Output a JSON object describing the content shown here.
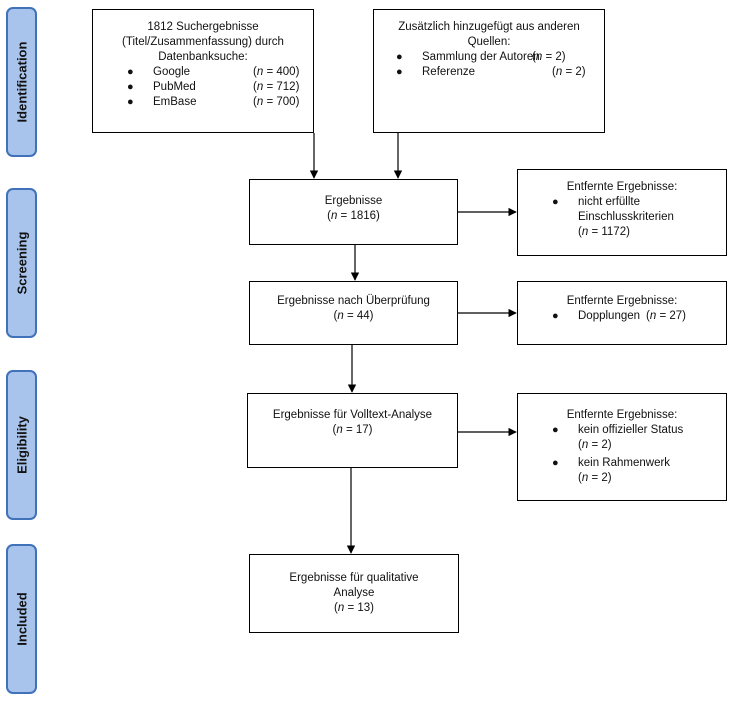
{
  "phases": [
    "Identification",
    "Screening",
    "Eligibility",
    "Included"
  ],
  "identification_db": {
    "lines": [
      "1812 Suchergebnisse",
      "(Titel/Zusammenfassung) durch",
      "Datenbanksuche:"
    ],
    "items": [
      {
        "label": "Google",
        "n": "= 400"
      },
      {
        "label": "PubMed",
        "n": "= 712"
      },
      {
        "label": "EmBase",
        "n": "= 700"
      }
    ]
  },
  "identification_other": {
    "lines": [
      "Zusätzlich hinzugefügt aus anderen",
      "Quellen:"
    ],
    "items": [
      {
        "label": "Sammlung der Autoren",
        "n": "= 2"
      },
      {
        "label": "Referenze",
        "n": "= 2"
      }
    ]
  },
  "screening": {
    "title": "Ergebnisse",
    "n": "= 1816"
  },
  "removed_1": {
    "title": "Entfernte Ergebnisse:",
    "item_lines": [
      "nicht erfüllte",
      "Einschlusskriterien"
    ],
    "n": "= 1172"
  },
  "checked": {
    "title": "Ergebnisse nach Überprüfung",
    "n": "= 44"
  },
  "removed_2": {
    "title": "Entfernte Ergebnisse:",
    "item": "Dopplungen",
    "n": "= 27"
  },
  "fulltext": {
    "title": "Ergebnisse für Volltext-Analyse",
    "n": "= 17"
  },
  "removed_3": {
    "title": "Entfernte Ergebnisse:",
    "items": [
      {
        "label": "kein offizieller Status",
        "n": "= 2"
      },
      {
        "label": "kein Rahmenwerk",
        "n": "= 2"
      }
    ]
  },
  "included": {
    "lines": [
      "Ergebnisse für qualitative",
      "Analyse"
    ],
    "n": "= 13"
  },
  "n_symbol": "n"
}
